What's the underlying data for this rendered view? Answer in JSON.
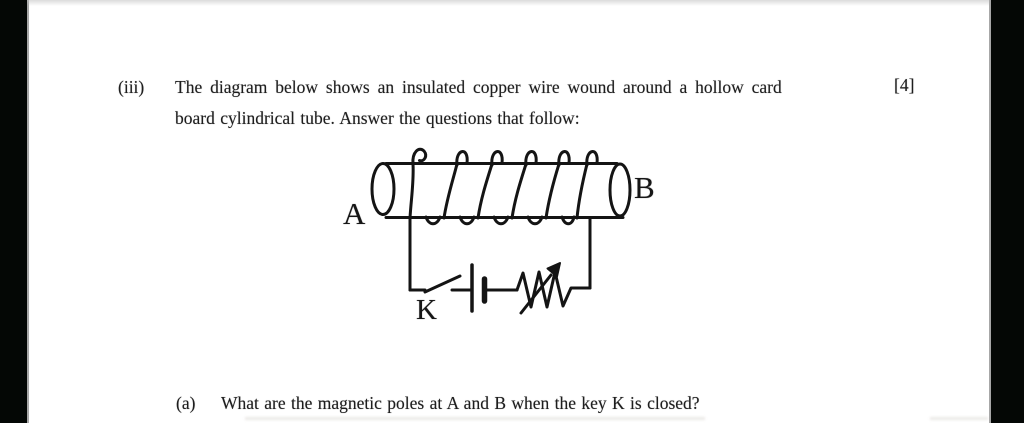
{
  "document": {
    "question": {
      "number": "(iii)",
      "line1": "The diagram below shows an insulated copper wire wound around a hollow card",
      "line2": "board cylindrical tube. Answer the questions that follow:",
      "marks": "[4]"
    },
    "diagram_labels": {
      "a": "A",
      "b": "B",
      "k": "K"
    },
    "sub_question": {
      "label": "(a)",
      "text": "What are the magnetic poles at A and B when the key K is closed?"
    }
  },
  "colors": {
    "page_background": "#ffffff",
    "side_band": "#040705",
    "ink": "#1e1e1e",
    "diagram_line": "#141414"
  }
}
